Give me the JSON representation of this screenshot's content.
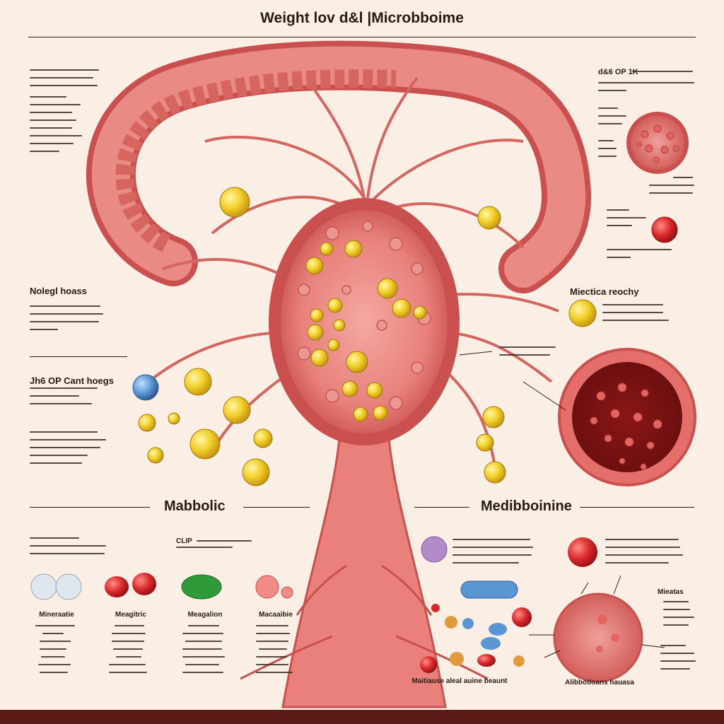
{
  "title": "Weight lov d&l |Microbboime",
  "labels": {
    "left_mid": "Nolegl hoass",
    "left_lower": "Jh6 OP Cant hoegs",
    "right_top": "d&6 OP 1K",
    "right_mid": "Miectica reochy",
    "section_left": "Mabbolic",
    "section_right": "Medibboinine",
    "bottom_mid": "CLIP"
  },
  "captions": {
    "c1": "Mineraatie",
    "c2": "Meagitric",
    "c3": "Meagalion",
    "c4": "Macaaibie",
    "c5": "Maitiause aleal auine beaunt",
    "c6": "Alibbotioans hauasa",
    "c7": "Mieatas"
  },
  "colors": {
    "background": "#fbeee4",
    "tissue": "#e97a78",
    "tissue_dark": "#c9504f",
    "fat_yellow": "#f2d02a",
    "red_cell": "#d9282b",
    "green_cell": "#2e9a3a",
    "blue_cell": "#5b96d4",
    "purple_cell": "#b38bc9",
    "footer": "#5a1a16"
  },
  "icons": [
    "stomach-tissue-icon",
    "fat-cell-icon",
    "bacteria-icon",
    "red-cell-icon",
    "green-capsule-icon"
  ]
}
